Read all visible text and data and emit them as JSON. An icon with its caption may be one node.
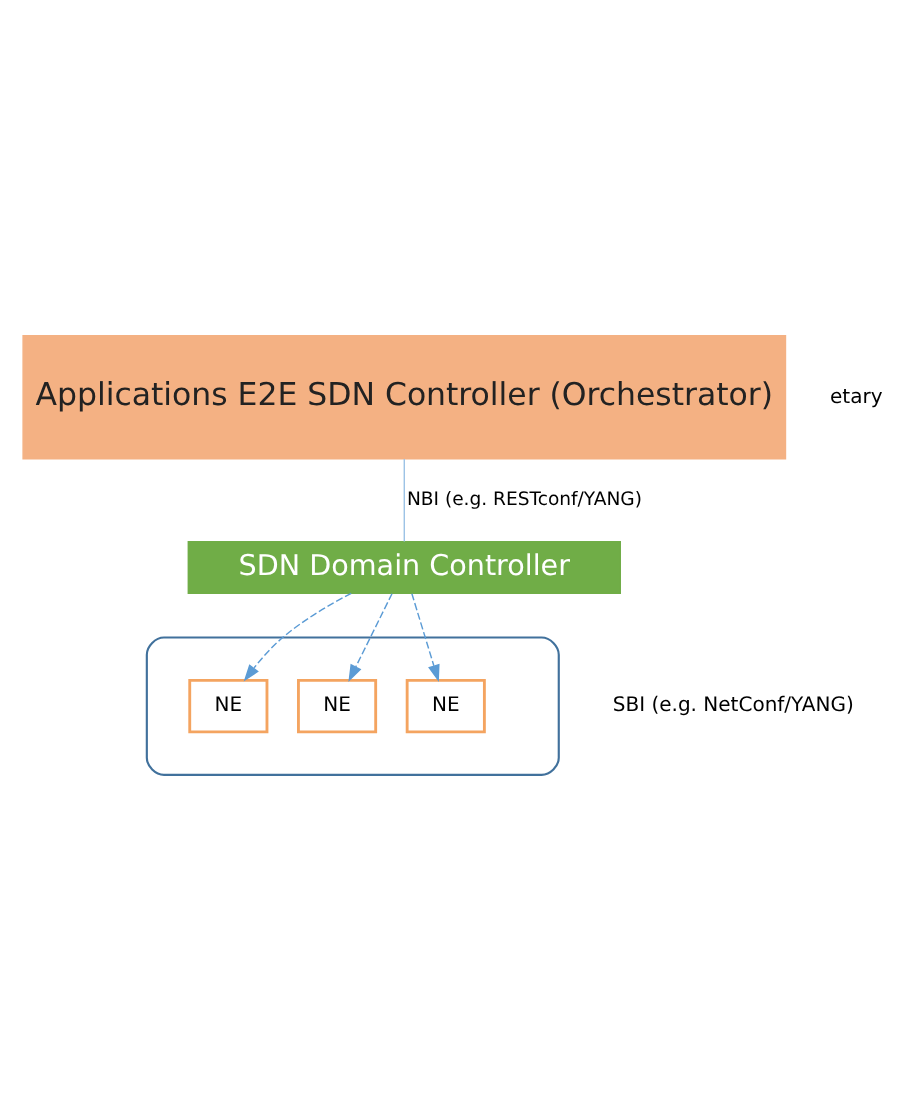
{
  "diagram": {
    "nodes": [
      {
        "text": [
          "Applications E2E SDN Controller (Orchestrator)"
        ]
      },
      {
        "text": [
          "SDN Domain Controller"
        ]
      },
      {
        "text": [],
        "shape": "ellipse"
      },
      {
        "text": [
          "NE"
        ],
        "in": 2
      },
      {
        "text": [
          "NE"
        ],
        "in": 2
      },
      {
        "text": [
          "NE"
        ],
        "in": 2
      }
    ],
    "edges": [
      {
        "from": 0,
        "to": 1,
        "arrow": "none",
        "label": "NBI (e.g. RESTconf/YANG)",
        "color": "#9dc3e6"
      },
      {
        "from": 1,
        "to": 3,
        "arrow": "to",
        "style": "dashed"
      },
      {
        "from": 1,
        "to": 4,
        "arrow": "to",
        "style": "dashed"
      },
      {
        "from": 1,
        "to": 5,
        "arrow": "to",
        "style": "dashed"
      }
    ],
    "labels": [
      "SBI (e.g. NetConf/YANG)",
      "etary"
    ]
  }
}
